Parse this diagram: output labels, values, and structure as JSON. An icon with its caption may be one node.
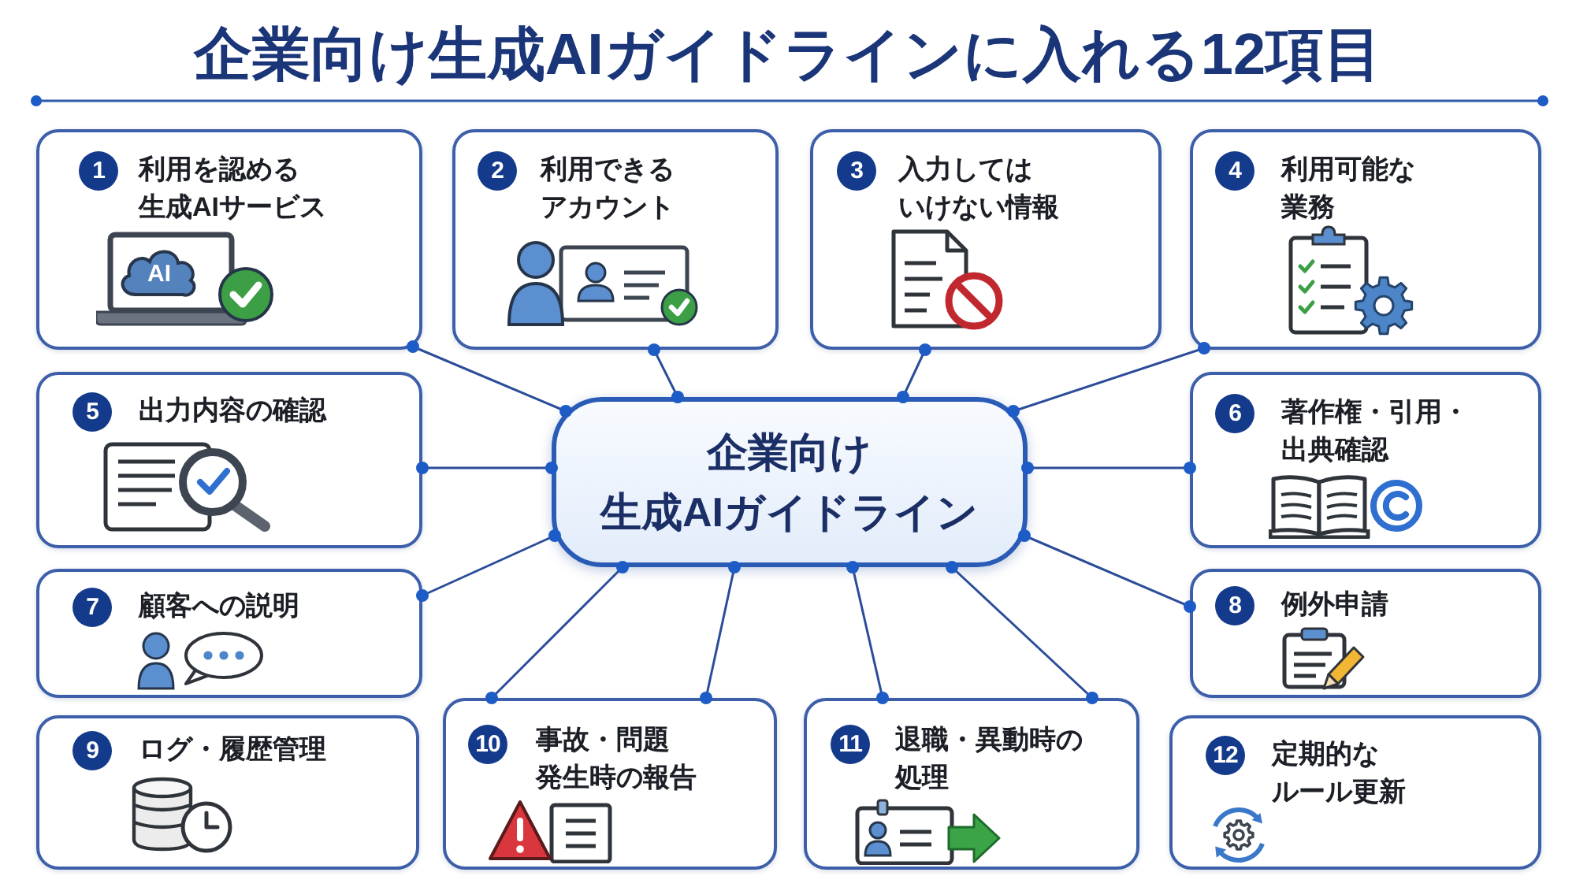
{
  "diagram": {
    "title": "企業向け生成AIガイドラインに入れる12項目",
    "nodes": [
      {
        "text": [
          "1",
          "利用を認める生成AIサービス",
          "AI"
        ]
      },
      {
        "text": [
          "2",
          "利用できるアカウント"
        ]
      },
      {
        "text": [
          "3",
          "入力してはいけない情報"
        ]
      },
      {
        "text": [
          "4",
          "利用可能な業務"
        ]
      },
      {
        "text": [
          "5",
          "出力内容の確認"
        ]
      },
      {
        "text": [
          "企業向け生成AIガイドライン"
        ]
      },
      {
        "text": [
          "6",
          "著作権・引用・出典確認"
        ]
      },
      {
        "text": [
          "7",
          "顧客への説明"
        ]
      },
      {
        "text": [
          "8",
          "例外申請"
        ]
      },
      {
        "text": [
          "9",
          "ログ・履歴管理"
        ]
      },
      {
        "text": [
          "10",
          "事故・問題発生時の報告"
        ]
      },
      {
        "text": [
          "11",
          "退職・異動時の処理"
        ]
      },
      {
        "text": [
          "12",
          "定期的なルール更新"
        ]
      }
    ],
    "edges": [
      {
        "from": 5,
        "to": 0,
        "arrow": "other"
      },
      {
        "from": 5,
        "to": 1,
        "arrow": "other"
      },
      {
        "from": 5,
        "to": 2,
        "arrow": "other"
      },
      {
        "from": 5,
        "to": 3,
        "arrow": "other"
      },
      {
        "from": 5,
        "to": 4,
        "arrow": "other"
      },
      {
        "from": 5,
        "to": 6,
        "arrow": "other"
      },
      {
        "from": 5,
        "to": 7,
        "arrow": "other"
      },
      {
        "from": 5,
        "to": 8,
        "arrow": "other"
      },
      {
        "from": 5,
        "to": 10,
        "arrow": "other"
      },
      {
        "from": 5,
        "to": 10,
        "arrow": "other"
      },
      {
        "from": 5,
        "to": 11,
        "arrow": "other"
      },
      {
        "from": 5,
        "to": 11,
        "arrow": "other"
      }
    ]
  }
}
